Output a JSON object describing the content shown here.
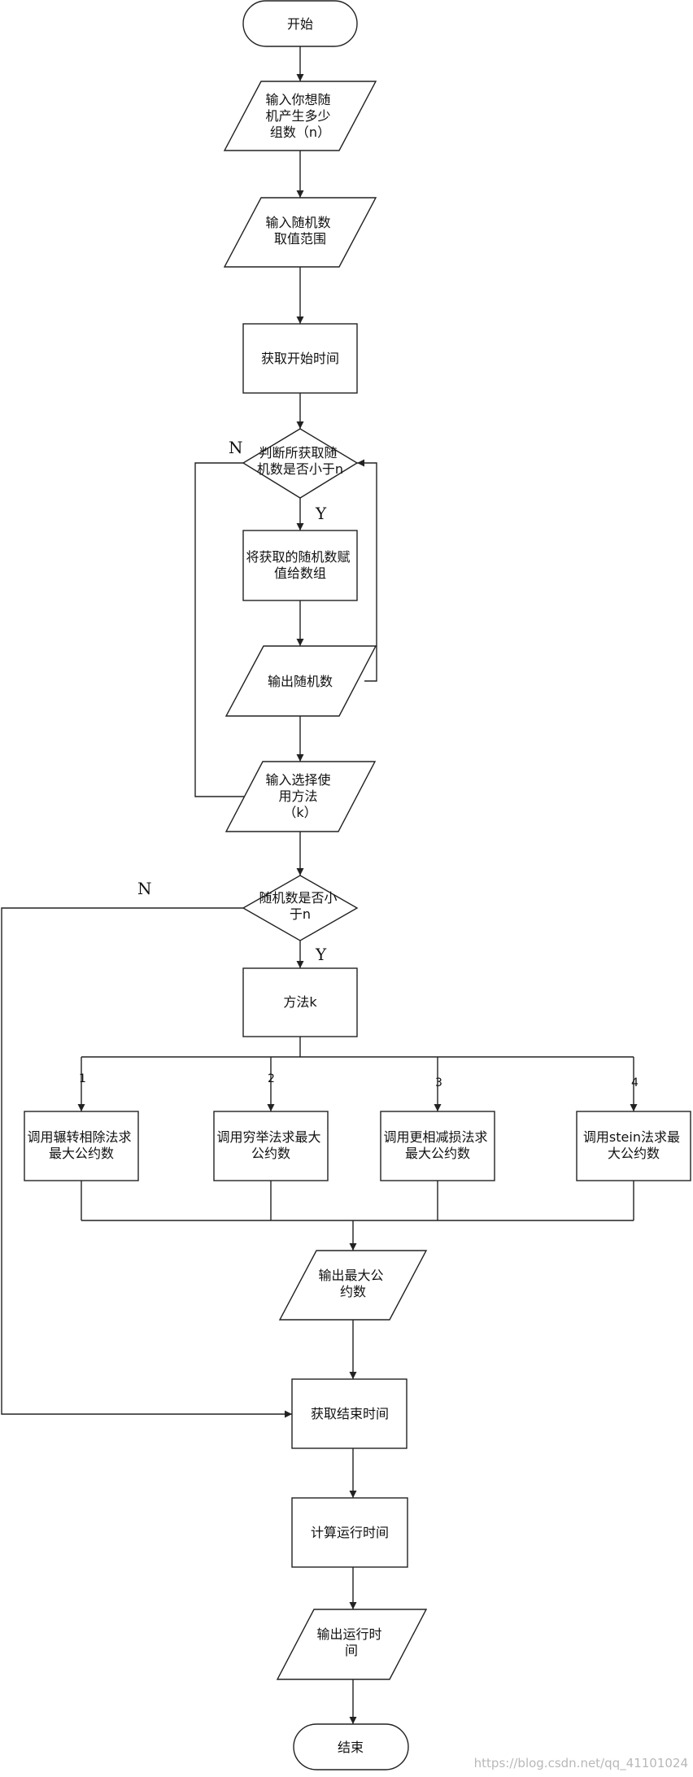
{
  "nodes": {
    "start": [
      "开始"
    ],
    "input_count": [
      "输入你想随",
      "机产生多少",
      "组数（n）"
    ],
    "input_range": [
      "输入随机数",
      "取值范围"
    ],
    "get_start_time": [
      "获取开始时间"
    ],
    "decide_count": [
      "判断所获取随",
      "机数是否小于n"
    ],
    "assign_array": [
      "将获取的随机数赋",
      "值给数组"
    ],
    "output_random": [
      "输出随机数"
    ],
    "input_method": [
      "输入选择使",
      "用方法",
      "（k）"
    ],
    "decide_less": [
      "随机数是否小",
      "于n"
    ],
    "method_k": [
      "方法k"
    ],
    "method_1": [
      "调用辗转相除法求",
      "最大公约数"
    ],
    "method_2": [
      "调用穷举法求最大",
      "公约数"
    ],
    "method_3": [
      "调用更相减损法求",
      "最大公约数"
    ],
    "method_4": [
      "调用stein法求最",
      "大公约数"
    ],
    "output_gcd": [
      "输出最大公",
      "约数"
    ],
    "get_end_time": [
      "获取结束时间"
    ],
    "calc_runtime": [
      "计算运行时间"
    ],
    "output_runtime": [
      "输出运行时",
      "间"
    ],
    "end": [
      "结束"
    ]
  },
  "edge_labels": {
    "loop_no": "N",
    "loop_yes": "Y",
    "check_no": "N",
    "check_yes": "Y",
    "branch_1": "1",
    "branch_2": "2",
    "branch_3": "3",
    "branch_4": "4"
  },
  "watermark": "https://blog.csdn.net/qq_41101024"
}
